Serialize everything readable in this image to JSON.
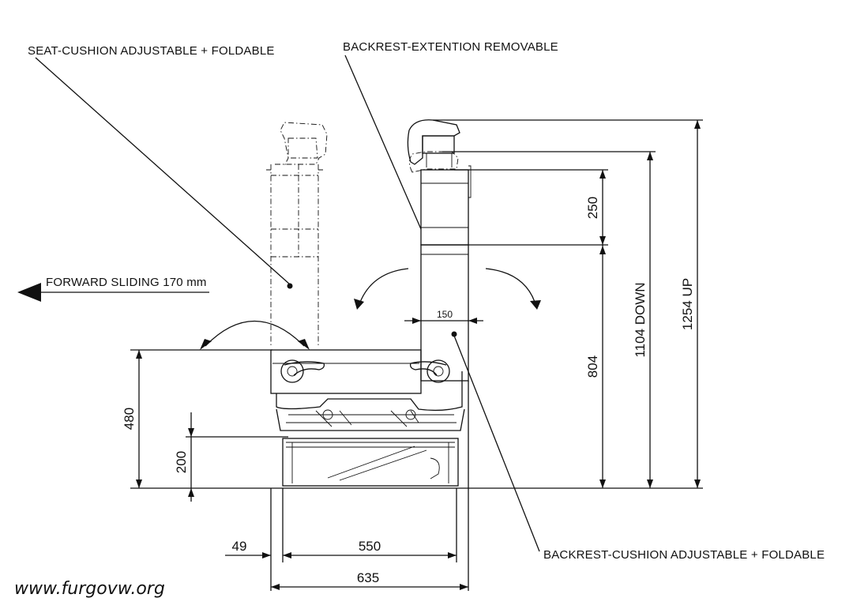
{
  "labels": {
    "seat_cushion": "SEAT-CUSHION ADJUSTABLE + FOLDABLE",
    "backrest_extension": "BACKREST-EXTENTION REMOVABLE",
    "forward_sliding": "FORWARD SLIDING 170 mm",
    "backrest_cushion": "BACKREST-CUSHION ADJUSTABLE + FOLDABLE"
  },
  "dimensions": {
    "extension_height": "250",
    "backrest_height": "804",
    "total_down": "1104 DOWN",
    "total_up": "1254 UP",
    "backrest_width": "150",
    "seat_height": "480",
    "base_height": "200",
    "offset": "49",
    "base_width": "550",
    "overall_width": "635"
  },
  "watermark": "www.furgovw.org"
}
